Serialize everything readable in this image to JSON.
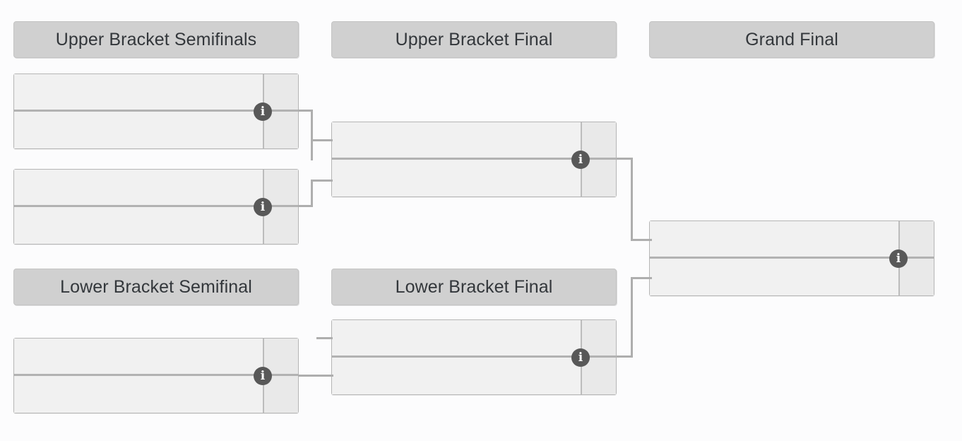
{
  "page": {
    "title": "Tournament Bracket",
    "background_color": "#fcfcfd",
    "line_color": "#aeaeae",
    "header_color": "#d0d0d0",
    "match_fill_color": "#f1f1f1",
    "score_fill_color": "#e9e9e9",
    "badge_color": "#585858"
  },
  "rounds": [
    {
      "id": "upper-bracket-semifinals",
      "label": "Upper Bracket Semifinals"
    },
    {
      "id": "upper-bracket-final",
      "label": "Upper Bracket Final"
    },
    {
      "id": "grand-final",
      "label": "Grand Final"
    },
    {
      "id": "lower-bracket-semifinal",
      "label": "Lower Bracket Semifinal"
    },
    {
      "id": "lower-bracket-final",
      "label": "Lower Bracket Final"
    }
  ],
  "matches": [
    {
      "id": "ubsf-1",
      "round": "upper-bracket-semifinals",
      "info_label": "i",
      "rows": [
        {
          "competitor": "",
          "score": ""
        },
        {
          "competitor": "",
          "score": ""
        }
      ]
    },
    {
      "id": "ubsf-2",
      "round": "upper-bracket-semifinals",
      "info_label": "i",
      "rows": [
        {
          "competitor": "",
          "score": ""
        },
        {
          "competitor": "",
          "score": ""
        }
      ]
    },
    {
      "id": "ubf-1",
      "round": "upper-bracket-final",
      "info_label": "i",
      "rows": [
        {
          "competitor": "",
          "score": ""
        },
        {
          "competitor": "",
          "score": ""
        }
      ]
    },
    {
      "id": "gf-1",
      "round": "grand-final",
      "info_label": "i",
      "rows": [
        {
          "competitor": "",
          "score": ""
        },
        {
          "competitor": "",
          "score": ""
        }
      ]
    },
    {
      "id": "lbsf-1",
      "round": "lower-bracket-semifinal",
      "info_label": "i",
      "rows": [
        {
          "competitor": "",
          "score": ""
        },
        {
          "competitor": "",
          "score": ""
        }
      ]
    },
    {
      "id": "lbf-1",
      "round": "lower-bracket-final",
      "info_label": "i",
      "rows": [
        {
          "competitor": "",
          "score": ""
        },
        {
          "competitor": "",
          "score": ""
        }
      ]
    }
  ]
}
